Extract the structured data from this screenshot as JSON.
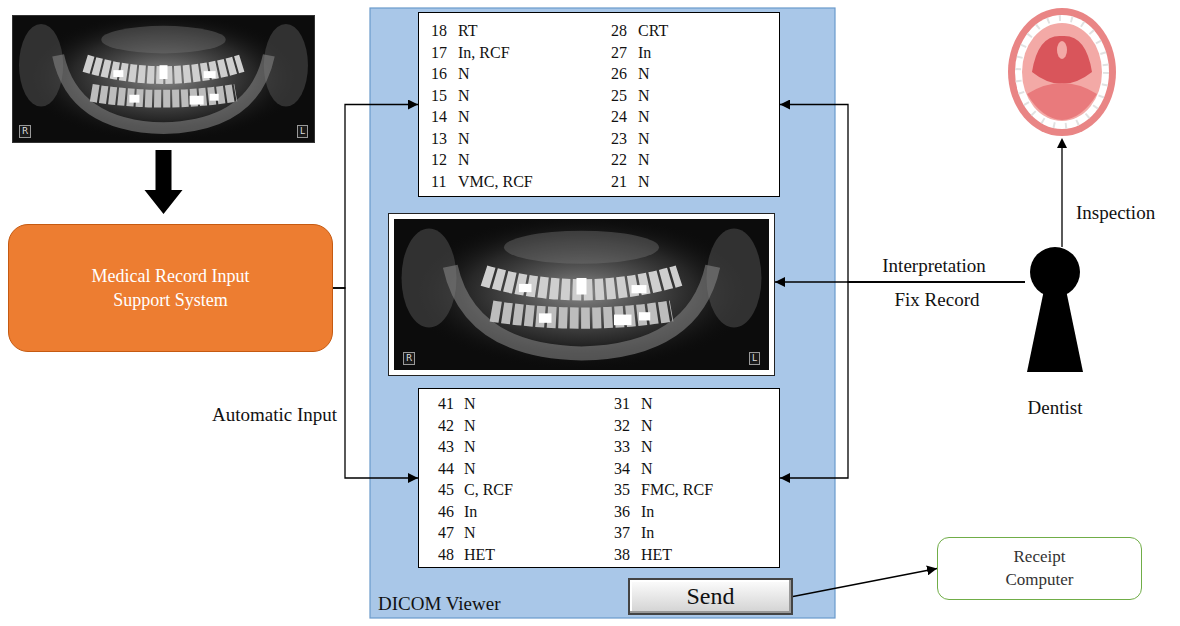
{
  "diagram": {
    "nodes": [
      {
        "text": [
          "R",
          "L"
        ]
      },
      {
        "text": [
          "Medical Record Input Support System"
        ]
      },
      {
        "text": [
          "DICOM Viewer"
        ]
      },
      {
        "text": [
          "18",
          "RT",
          "28",
          "CRT",
          "17",
          "In, RCF",
          "27",
          "In",
          "16",
          "N",
          "26",
          "N",
          "15",
          "N",
          "25",
          "N",
          "14",
          "N",
          "24",
          "N",
          "13",
          "N",
          "23",
          "N",
          "12",
          "N",
          "22",
          "N",
          "11",
          "VMC, RCF",
          "21",
          "N"
        ],
        "in": 2
      },
      {
        "text": [
          "R",
          "L"
        ],
        "in": 2
      },
      {
        "text": [
          "41",
          "N",
          "31",
          "N",
          "42",
          "N",
          "32",
          "N",
          "43",
          "N",
          "33",
          "N",
          "44",
          "N",
          "34",
          "N",
          "45",
          "C, RCF",
          "35",
          "FMC, RCF",
          "46",
          "In",
          "36",
          "In",
          "47",
          "N",
          "37",
          "In",
          "48",
          "HET",
          "38",
          "HET"
        ],
        "in": 2
      },
      {
        "text": [
          "Send"
        ],
        "in": 2
      },
      {
        "text": [
          "Receipt Computer"
        ]
      },
      {
        "text": [
          "Dentist"
        ]
      }
    ],
    "edges": [
      {
        "from": 0,
        "to": 1,
        "arrow": "to"
      },
      {
        "from": 1,
        "to": 3,
        "arrow": "to"
      },
      {
        "from": 1,
        "to": 5,
        "arrow": "to",
        "label": "Automatic Input"
      },
      {
        "from": 8,
        "to": 4,
        "arrow": "to",
        "label": "Interpretation"
      },
      {
        "from": 8,
        "to": 3,
        "arrow": "to"
      },
      {
        "from": 8,
        "to": 5,
        "arrow": "to"
      },
      {
        "from": 6,
        "to": 7,
        "arrow": "to"
      }
    ],
    "labels": [
      "Fix Record",
      "Inspection"
    ]
  }
}
